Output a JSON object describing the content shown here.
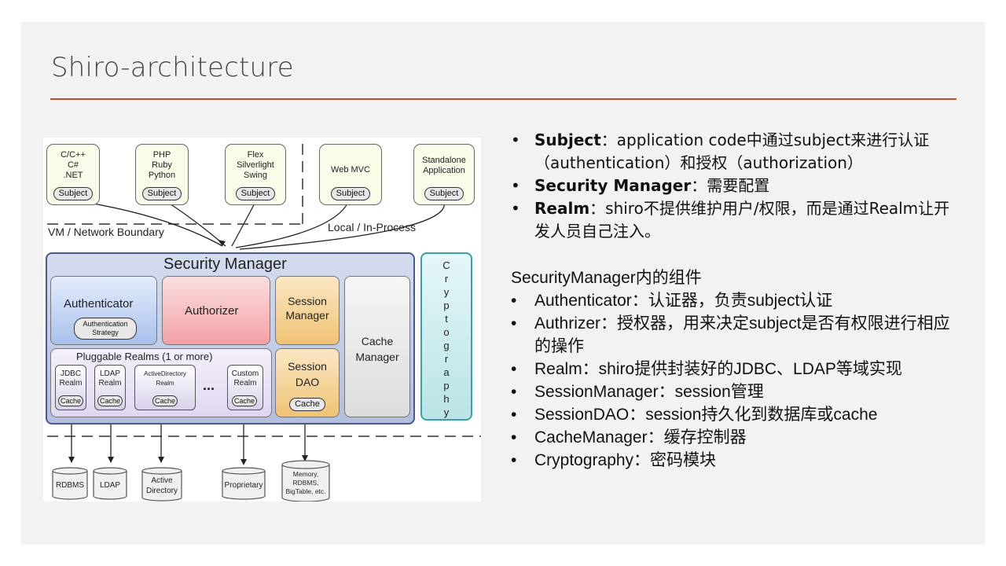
{
  "title": "Shiro-architecture",
  "diagram": {
    "clients": [
      {
        "text": "C/C++\nC#\n.NET",
        "subject": "Subject"
      },
      {
        "text": "PHP\nRuby\nPython",
        "subject": "Subject"
      },
      {
        "text": "Flex\nSilverlight\nSwing",
        "subject": "Subject"
      },
      {
        "text": "Web MVC",
        "subject": "Subject"
      },
      {
        "text": "Standalone\nApplication",
        "subject": "Subject"
      }
    ],
    "vm_boundary": "VM / Network Boundary",
    "local_process": "Local / In-Process",
    "security_manager": "Security Manager",
    "authenticator": "Authenticator",
    "auth_strategy": "Authentication\nStrategy",
    "authorizer": "Authorizer",
    "session_manager": "Session\nManager",
    "cache_manager": "Cache\nManager",
    "session_dao": "Session\nDAO",
    "session_cache": "Cache",
    "pluggable_realms": "Pluggable Realms (1 or more)",
    "realms": [
      {
        "text": "JDBC\nRealm",
        "cache": "Cache"
      },
      {
        "text": "LDAP\nRealm",
        "cache": "Cache"
      },
      {
        "text": "ActiveDirectory\nRealm",
        "cache": "Cache"
      },
      {
        "text": "Custom\nRealm",
        "cache": "Cache"
      }
    ],
    "ellipsis": "...",
    "cryptography": "C\nr\ny\np\nt\no\ng\nr\na\np\nh\ny",
    "datastores": [
      "RDBMS",
      "LDAP",
      "Active\nDirectory",
      "Proprietary",
      "Memory,\nRDBMS,\nBigTable, etc."
    ]
  },
  "bullets_top": [
    {
      "key": "Subject",
      "text": "：application code中通过subject来进行认证（authentication）和授权（authorization）"
    },
    {
      "key": "Security Manager",
      "text": "：需要配置"
    },
    {
      "key": "Realm",
      "text": "：shiro不提供维护用户/权限，而是通过Realm让开发人员自己注入。"
    }
  ],
  "components_title": "SecurityManager内的组件",
  "components": [
    "Authenticator：认证器，负责subject认证",
    "Authrizer：授权器，用来决定subject是否有权限进行相应的操作",
    "Realm：shiro提供封装好的JDBC、LDAP等域实现",
    "SessionManager：session管理",
    "SessionDAO：session持久化到数据库或cache",
    "CacheManager：缓存控制器",
    "Cryptography：密码模块"
  ],
  "colors": {
    "accent": "#d24726",
    "authenticator": "#a8c0ec",
    "authorizer": "#f2a0a4",
    "session": "#f0c274",
    "realms": "#c9bce0",
    "crypto": "#3aa0a8"
  }
}
